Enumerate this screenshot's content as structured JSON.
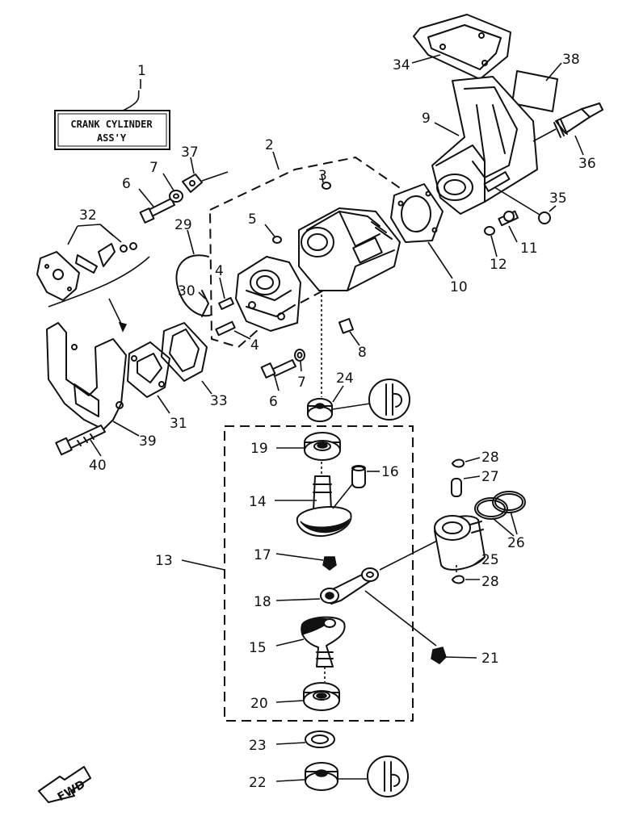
{
  "title": {
    "ref": "1",
    "line1": "CRANK CYLINDER",
    "line2": "ASS'Y"
  },
  "direction_label": "FWD",
  "part_numbers": [
    "2",
    "3",
    "4",
    "4",
    "5",
    "6",
    "6",
    "7",
    "7",
    "8",
    "9",
    "10",
    "11",
    "12",
    "13",
    "14",
    "15",
    "16",
    "17",
    "18",
    "19",
    "20",
    "21",
    "22",
    "23",
    "24",
    "25",
    "26",
    "27",
    "28",
    "28",
    "29",
    "30",
    "31",
    "32",
    "33",
    "34",
    "35",
    "36",
    "37",
    "38",
    "39",
    "40"
  ]
}
